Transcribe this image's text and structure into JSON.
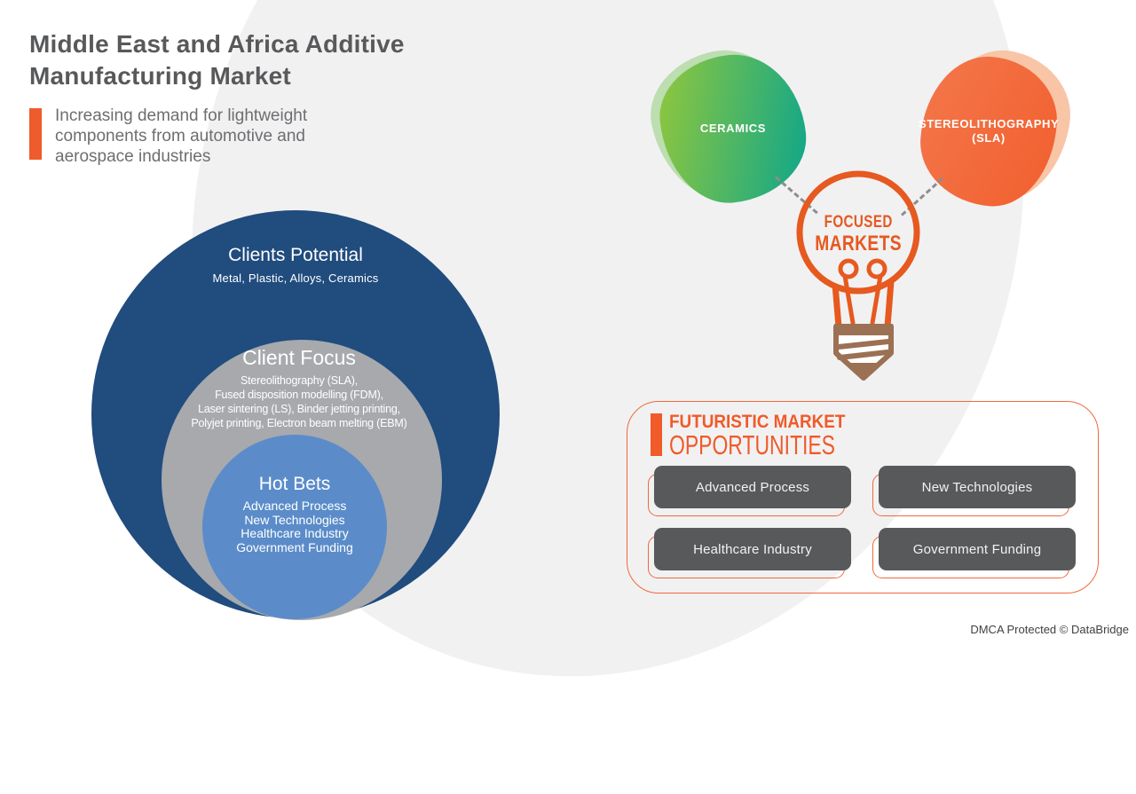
{
  "header": {
    "title_line1": "Middle East and Africa Additive",
    "title_line2": "Manufacturing Market",
    "subtitle": "Increasing demand for lightweight components from automotive and aerospace industries"
  },
  "colors": {
    "accent_orange": "#f15a29",
    "dark_blue": "#204c7e",
    "gray": "#a7a9ac",
    "light_blue": "#5b8cc9",
    "green_gradient_start": "#8dc63f",
    "green_gradient_end": "#12a788",
    "chip_gray": "#58595b",
    "bulb_orange": "#e6591f",
    "bulb_base_brown": "#9b7053"
  },
  "circles": {
    "outer": {
      "title": "Clients Potential",
      "description": "Metal, Plastic, Alloys, Ceramics"
    },
    "middle": {
      "title": "Client Focus",
      "lines": [
        "Stereolithography (SLA),",
        "Fused disposition modelling (FDM),",
        "Laser sintering (LS), Binder jetting printing,",
        "Polyjet printing, Electron beam melting (EBM)"
      ]
    },
    "inner": {
      "title": "Hot Bets",
      "lines": [
        "Advanced Process",
        "New Technologies",
        "Healthcare Industry",
        "Government Funding"
      ]
    }
  },
  "focused_markets": {
    "label_line1": "FOCUSED",
    "label_line2": "MARKETS",
    "nodes": [
      {
        "label": "CERAMICS"
      },
      {
        "label": "STEREOLITHOGRAPHY (SLA)"
      }
    ]
  },
  "opportunities": {
    "heading_line1": "FUTURISTIC MARKET",
    "heading_line2": "OPPORTUNITIES",
    "items": [
      "Advanced Process",
      "New Technologies",
      "Healthcare Industry",
      "Government Funding"
    ]
  },
  "footer": {
    "watermark": "DMCA Protected © DataBridge"
  }
}
